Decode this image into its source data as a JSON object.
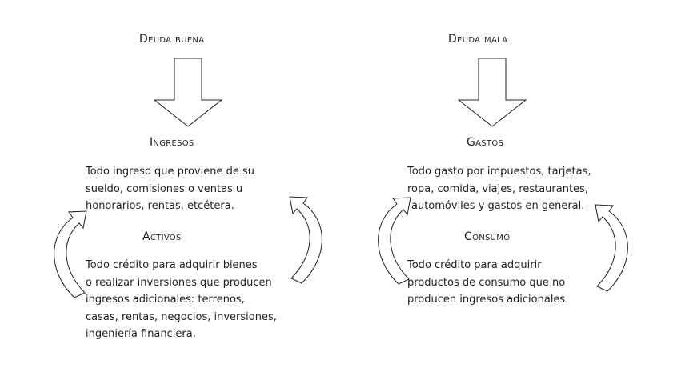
{
  "good_debt": {
    "heading": "Deuda buena",
    "ingresos": {
      "title": "Ingresos",
      "lines": [
        "Todo ingreso que proviene de su",
        "sueldo, comisiones o ventas u",
        "honorarios, rentas, etcétera."
      ]
    },
    "activos": {
      "title": "Activos",
      "lines": [
        "Todo crédito para adquirir bienes",
        "o realizar inversiones que producen",
        "ingresos adicionales: terrenos,",
        "casas, rentas, negocios, inversiones,",
        "ingeniería financiera."
      ]
    }
  },
  "bad_debt": {
    "heading": "Deuda mala",
    "gastos": {
      "title": "Gastos",
      "lines": [
        "Todo gasto por impuestos, tarjetas,",
        "ropa, comida, viajes, restaurantes,",
        "automóviles y gastos en general."
      ]
    },
    "consumo": {
      "title": "Consumo",
      "lines": [
        "Todo crédito para adquirir",
        "productos de consumo que no",
        "producen ingresos adicionales."
      ]
    }
  },
  "colors": {
    "stroke": "#231f20",
    "fill": "#ffffff",
    "text": "#231f20"
  },
  "icons": [
    "down-arrow-icon",
    "curved-arrow-icon"
  ]
}
